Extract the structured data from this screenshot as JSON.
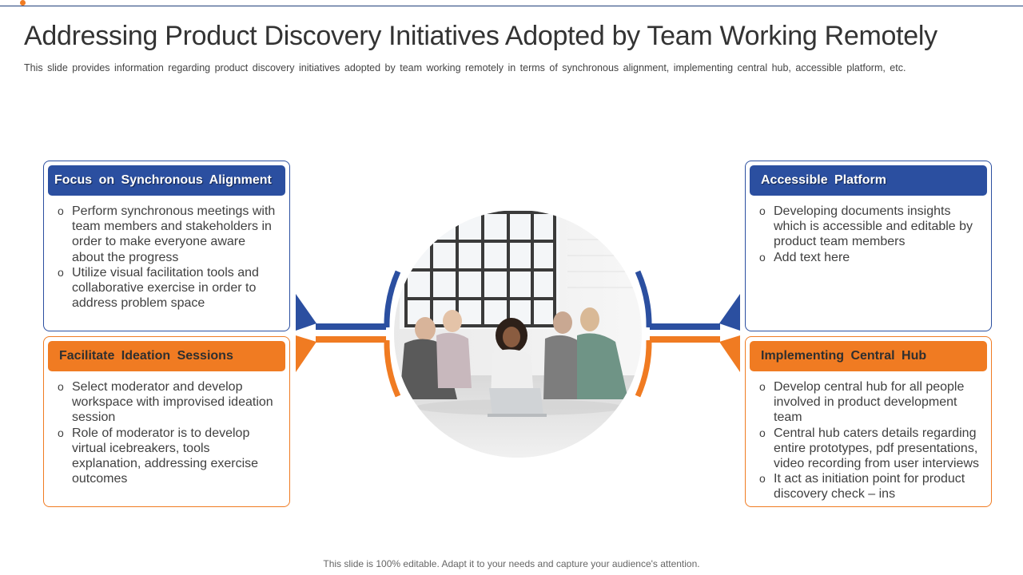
{
  "slide": {
    "title": "Addressing Product Discovery Initiatives Adopted by Team Working Remotely",
    "subtitle": "This slide provides information regarding product discovery initiatives adopted by team working remotely in terms of synchronous alignment, implementing central hub, accessible platform, etc.",
    "footer": "This slide is 100% editable. Adapt it to your needs and capture your audience's attention."
  },
  "colors": {
    "blue": "#2b4fa0",
    "orange": "#f07b22"
  },
  "cards": {
    "top_left": {
      "heading": "Focus on Synchronous Alignment",
      "bullets": [
        "Perform synchronous  meetings with team members and stakeholders in order to make everyone  aware about the progress",
        "Utilize visual facilitation tools and collaborative exercise in order to address problem space"
      ]
    },
    "bottom_left": {
      "heading": "Facilitate Ideation Sessions",
      "bullets": [
        "Select moderator and develop workspace with improvised ideation session",
        "Role of moderator is to develop virtual icebreakers, tools explanation, addressing exercise outcomes"
      ]
    },
    "top_right": {
      "heading": "Accessible Platform",
      "bullets": [
        "Developing documents insights which is accessible and editable by product team members",
        "Add text here"
      ]
    },
    "bottom_right": {
      "heading": "Implementing Central Hub",
      "bullets": [
        "Develop central hub for all people involved in product development team",
        "Central hub caters details regarding entire prototypes, pdf presentations, video recording from user interviews",
        "It act as initiation point for product discovery check – ins"
      ]
    }
  },
  "image": {
    "subject": "team-photo"
  }
}
